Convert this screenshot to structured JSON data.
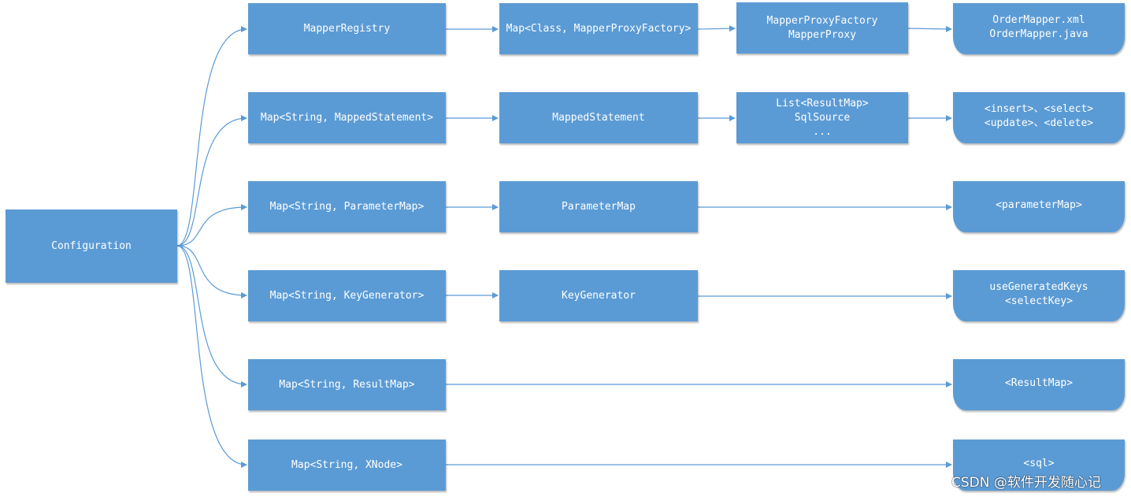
{
  "diagram": {
    "root": {
      "label": "Configuration"
    },
    "rows": [
      {
        "map": "MapperRegistry",
        "middle": [
          "Map<Class, MapperProxyFactory>"
        ],
        "detail": [
          "MapperProxyFactory",
          "MapperProxy"
        ],
        "source": [
          "OrderMapper.xml",
          "OrderMapper.java"
        ]
      },
      {
        "map": "Map<String, MappedStatement>",
        "middle": [
          "MappedStatement"
        ],
        "detail": [
          "List<ResultMap>",
          "SqlSource",
          "..."
        ],
        "source": [
          "<insert>、<select>",
          "<update>、<delete>"
        ]
      },
      {
        "map": "Map<String, ParameterMap>",
        "middle": [
          "ParameterMap"
        ],
        "detail": [],
        "source": [
          "<parameterMap>"
        ]
      },
      {
        "map": "Map<String, KeyGenerator>",
        "middle": [
          "KeyGenerator"
        ],
        "detail": [],
        "source": [
          "useGeneratedKeys",
          "<selectKey>"
        ]
      },
      {
        "map": "Map<String, ResultMap>",
        "middle": [],
        "detail": [],
        "source": [
          "<ResultMap>"
        ]
      },
      {
        "map": "Map<String, XNode>",
        "middle": [],
        "detail": [],
        "source": [
          "<sql>"
        ]
      }
    ]
  },
  "watermark": "CSDN @软件开发随心记",
  "colors": {
    "box": "#5b9bd5",
    "line": "#5b9bd5",
    "text": "#ffffff"
  }
}
